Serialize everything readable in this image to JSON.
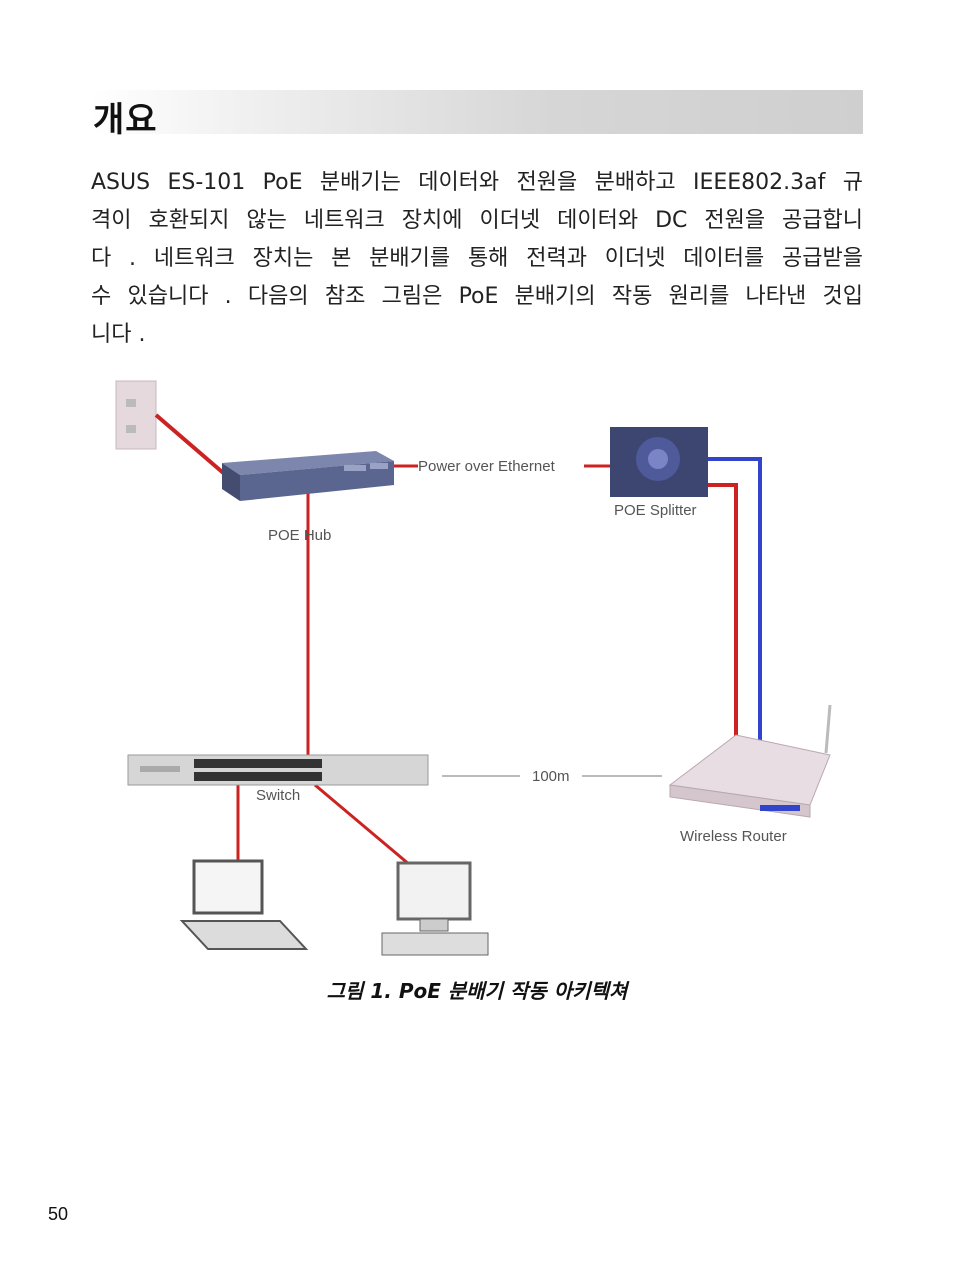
{
  "heading": "개요",
  "paragraph_lines": [
    "ASUS ES-101 PoE 분배기는 데이터와 전원을 분배하고 IEEE802.3af 규",
    "격이 호환되지 않는 네트워크 장치에 이더넷 데이터와 DC 전원을 공급합니",
    "다 . 네트워크 장치는 본 분배기를 통해 전력과 이더넷 데이터를 공급받을",
    "수 있습니다 . 다음의 참조 그림은 PoE 분배기의 작동 원리를 나타낸 것입",
    "니다 ."
  ],
  "diagram": {
    "labels": {
      "poe_link": "Power over Ethernet",
      "poe_hub": "POE Hub",
      "poe_splitter": "POE Splitter",
      "switch": "Switch",
      "distance": "100m",
      "wireless_router": "Wireless Router"
    },
    "colors": {
      "power_line": "#cc2222",
      "data_line": "#3344cc",
      "hub_body": "#5b6690",
      "router_body": "#e8dde2"
    }
  },
  "caption": "그림 1. PoE 분배기 작동 아키텍쳐",
  "page_number": "50"
}
